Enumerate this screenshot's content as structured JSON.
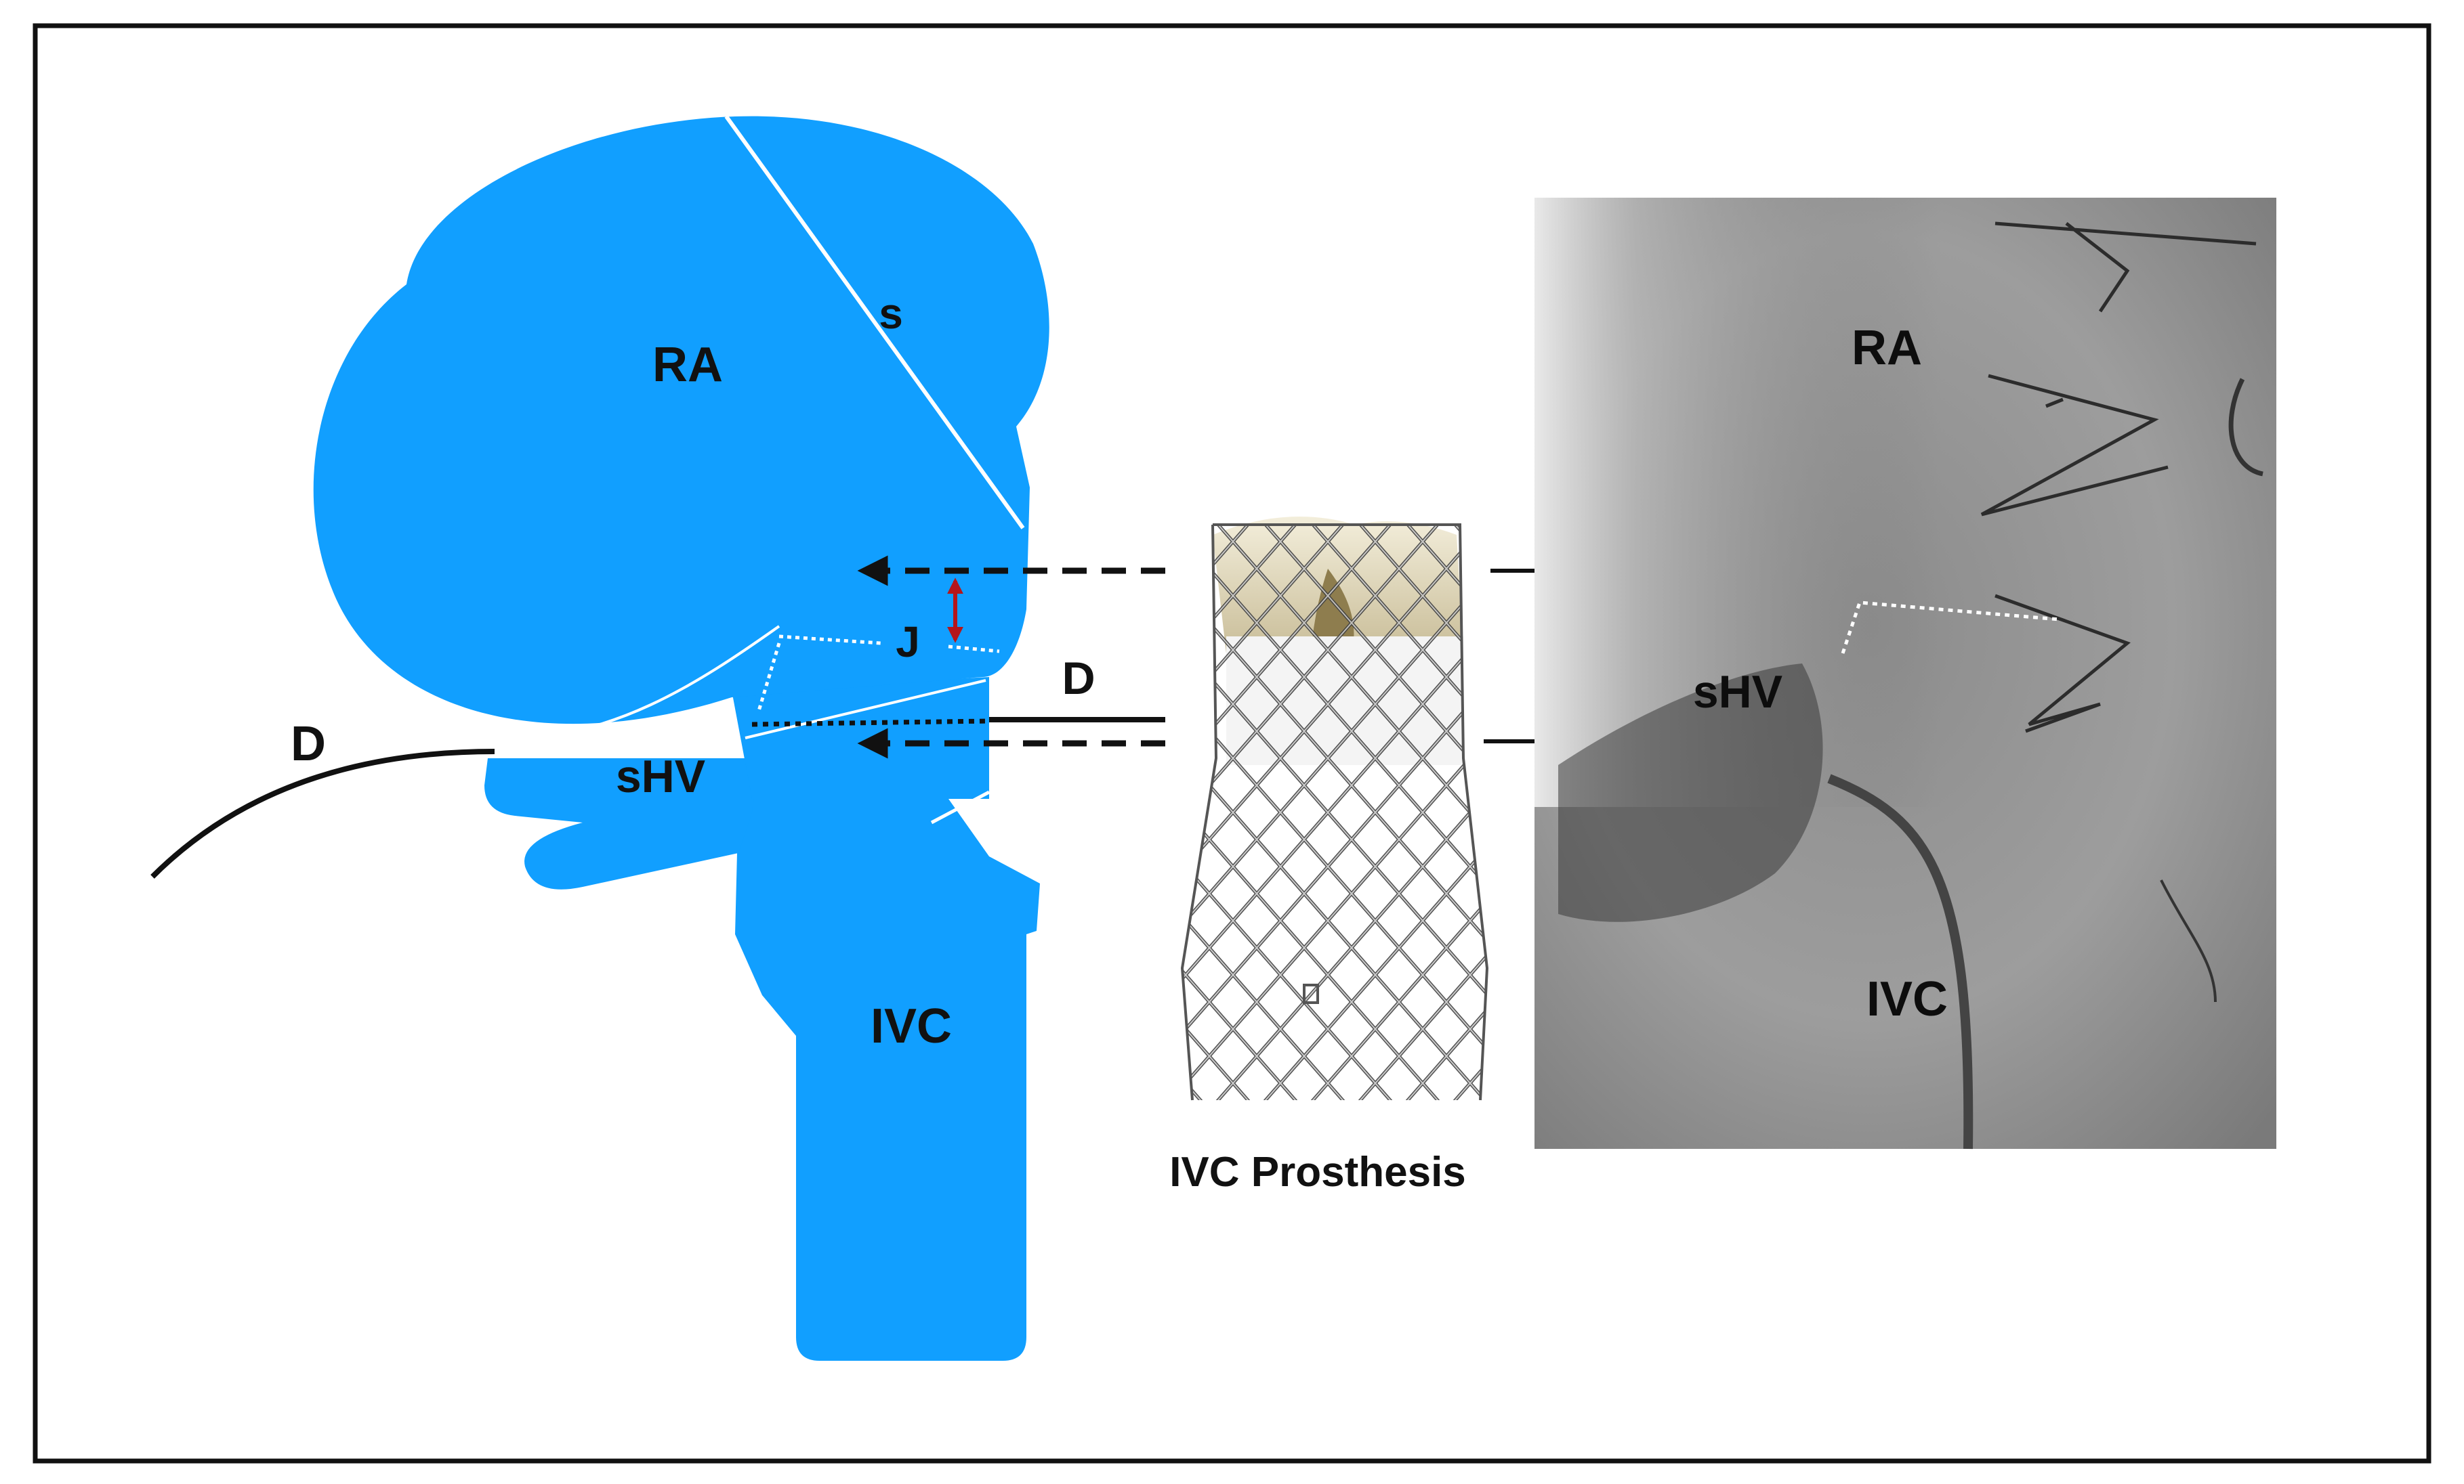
{
  "colors": {
    "anatomy_fill": "#119fff",
    "frame_stroke": "#111111",
    "arrow": "#111111",
    "marker_red": "#b5161b",
    "dotted_white": "#ffffff"
  },
  "schematic": {
    "label_ra": "RA",
    "label_s": "s",
    "label_j": "J",
    "label_d_left": "D",
    "label_d_right": "D",
    "label_shv": "sHV",
    "label_ivc": "IVC"
  },
  "prosthesis": {
    "caption": "IVC Prosthesis",
    "icon": "stent-valve-icon"
  },
  "fluoroscopy": {
    "label_ra": "RA",
    "label_shv": "sHV",
    "label_ivc": "IVC"
  }
}
